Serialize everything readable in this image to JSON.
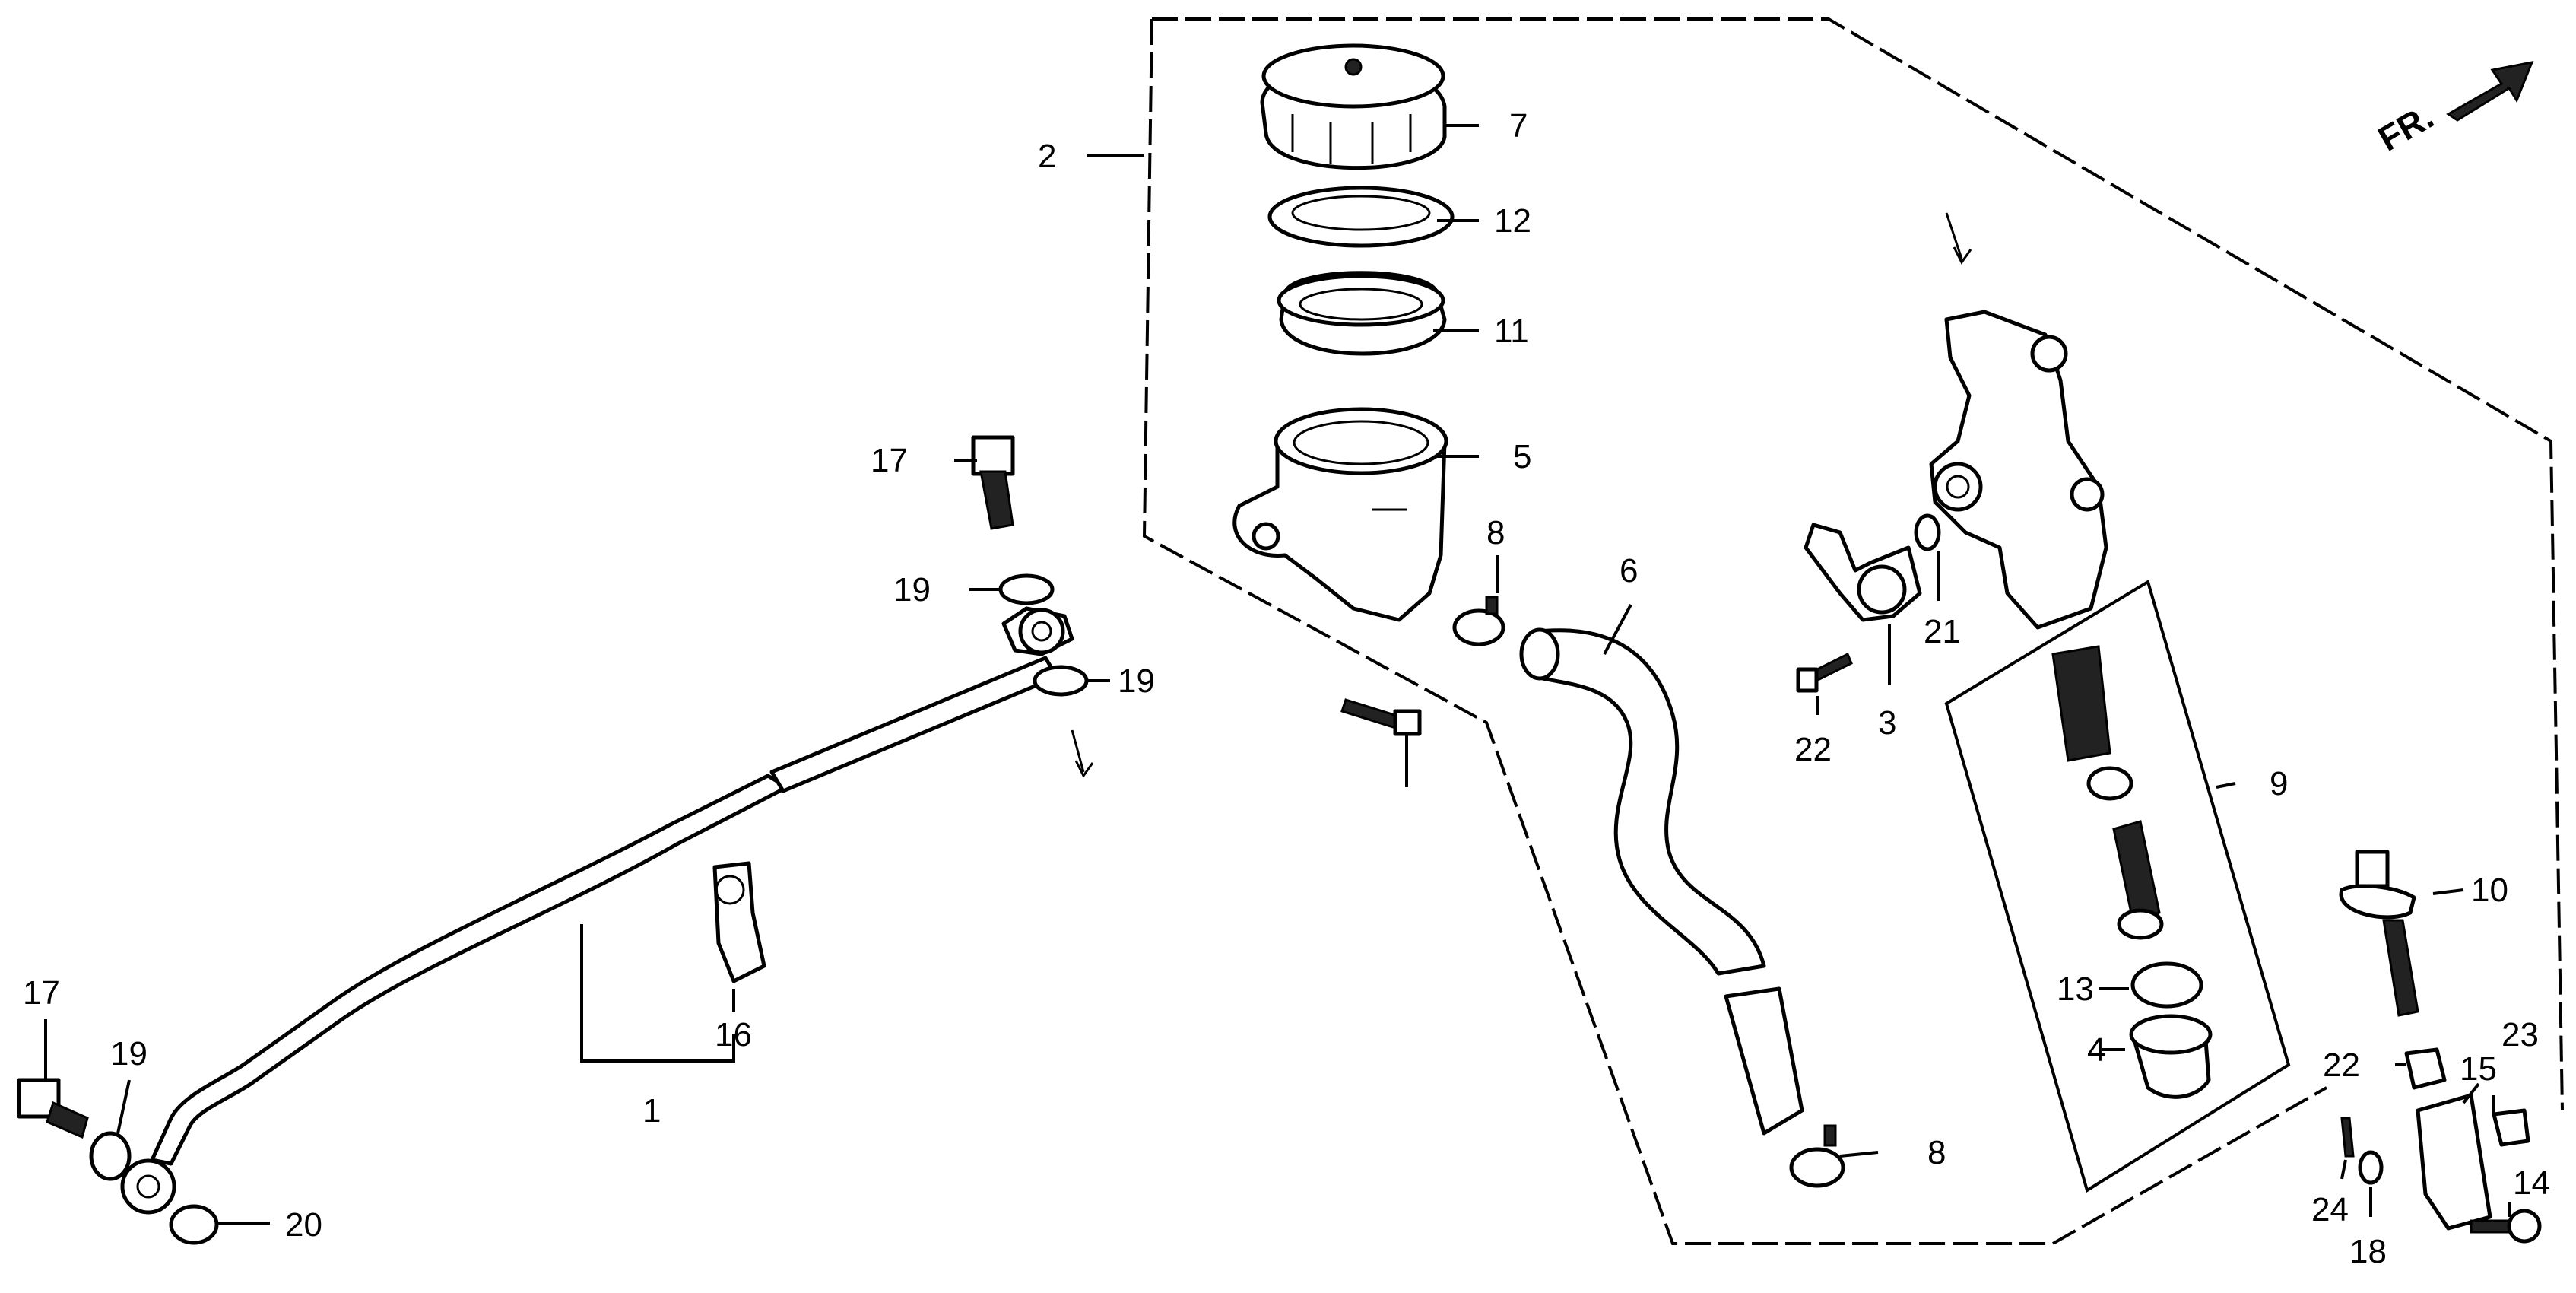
{
  "diagram": {
    "direction_marker": "FR.",
    "callouts": [
      "1",
      "2",
      "3",
      "4",
      "5",
      "6",
      "7",
      "8",
      "8",
      "9",
      "10",
      "11",
      "12",
      "13",
      "14",
      "15",
      "16",
      "17",
      "17",
      "18",
      "19",
      "19",
      "19",
      "20",
      "21",
      "22",
      "22",
      "23",
      "24"
    ]
  }
}
